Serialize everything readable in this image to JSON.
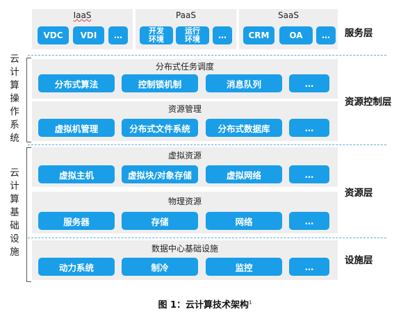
{
  "service": {
    "iaas": {
      "title": "IaaS",
      "items": [
        "VDC",
        "VDI",
        "..."
      ]
    },
    "paas": {
      "title": "PaaS",
      "items": [
        "开发\n环境",
        "运行\n环境",
        "..."
      ]
    },
    "saas": {
      "title": "SaaS",
      "items": [
        "CRM",
        "OA",
        "..."
      ]
    }
  },
  "control": {
    "sched": {
      "title": "分布式任务调度",
      "items": [
        "分布式算法",
        "控制锁机制",
        "消息队列",
        "..."
      ]
    },
    "resmgmt": {
      "title": "资源管理",
      "items": [
        "虚拟机管理",
        "分布式文件系统",
        "分布式数据库",
        "..."
      ]
    }
  },
  "resource": {
    "virtual": {
      "title": "虚拟资源",
      "items": [
        "虚拟主机",
        "虚拟块/对象存储",
        "虚拟网络",
        "..."
      ]
    },
    "physical": {
      "title": "物理资源",
      "items": [
        "服务器",
        "存储",
        "网络",
        "..."
      ]
    }
  },
  "facility": {
    "dc": {
      "title": "数据中心基础设施",
      "items": [
        "动力系统",
        "制冷",
        "监控",
        "..."
      ]
    }
  },
  "layers": {
    "service": "服务层",
    "control": "资源控制层",
    "resource": "资源层",
    "facility": "设施层"
  },
  "side": {
    "os": "云计算操作系统",
    "infra": "云计算基础设施"
  },
  "caption": {
    "text": "图 1：云计算技术架构",
    "sup": "1"
  }
}
